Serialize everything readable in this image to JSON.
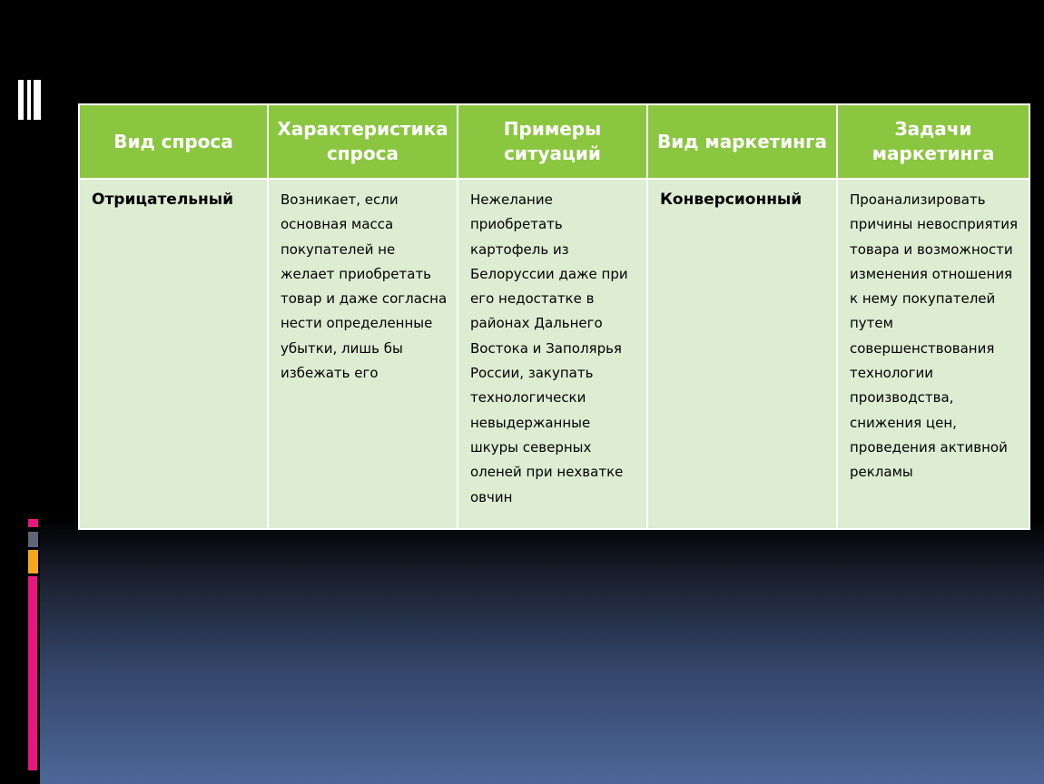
{
  "slide": {
    "colors": {
      "header_bg": "#8ac63f",
      "cell_bg": "#dcedd2",
      "accent_pink": "#e8177f",
      "accent_orange": "#f5a81c",
      "accent_gray": "#5c6678"
    }
  },
  "table": {
    "headers": [
      "Вид спроса",
      "Характеристика спроса",
      "Примеры ситуаций",
      "Вид маркетинга",
      "Задачи маркетинга"
    ],
    "row": {
      "demand_type": "Отрицательный",
      "characteristic": "Возникает, если основная масса покупателей не желает приобретать товар и даже согласна нести определенные убытки, лишь бы избежать его",
      "examples": "Нежелание приобретать картофель из Белоруссии даже при его недостатке в районах Дальнего Востока и Заполярья России, закупать технологически невыдержанные шкуры северных оленей при нехватке овчин",
      "marketing_type": "Конверсионный",
      "tasks": "Проанализировать причины невосприятия товара и возможности изменения отношения к нему покупателей путем совершенствования технологии производства, снижения цен, проведения активной рекламы"
    }
  }
}
